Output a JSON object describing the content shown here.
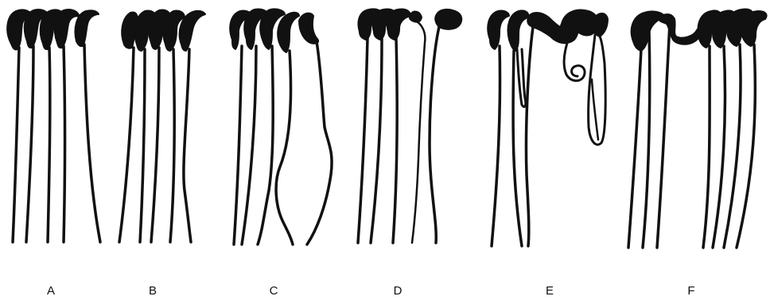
{
  "figure": {
    "panels": [
      {
        "label": "A"
      },
      {
        "label": "B"
      },
      {
        "label": "C"
      },
      {
        "label": "D"
      },
      {
        "label": "E"
      },
      {
        "label": "F"
      }
    ],
    "ink_color": "#111111",
    "background_color": "#ffffff"
  }
}
